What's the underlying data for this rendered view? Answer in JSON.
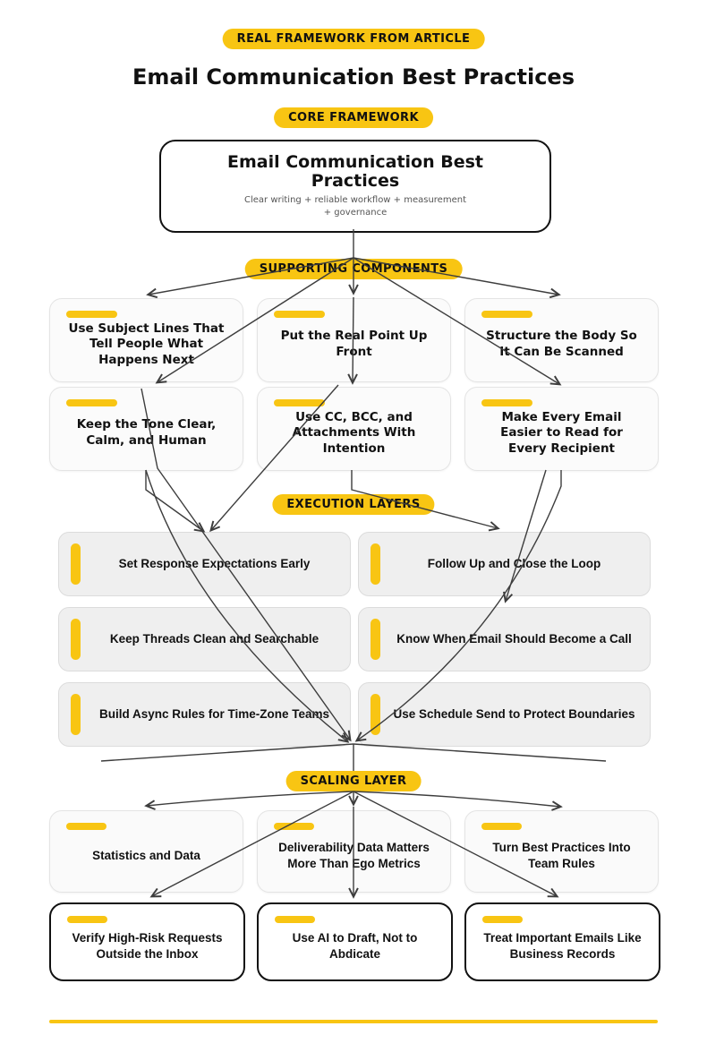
{
  "header": {
    "top_badge": "REAL FRAMEWORK FROM ARTICLE",
    "title": "Email Communication Best Practices",
    "core_badge": "CORE FRAMEWORK"
  },
  "core_box": {
    "title": "Email Communication Best Practices",
    "subtitle": "Clear writing + reliable workflow + measurement + governance"
  },
  "supporting": {
    "badge": "SUPPORTING COMPONENTS",
    "boxes": [
      "Use Subject Lines That Tell People What Happens Next",
      "Put the Real Point Up Front",
      "Structure the Body So It Can Be Scanned",
      "Keep the Tone Clear, Calm, and Human",
      "Use CC, BCC, and Attachments With Intention",
      "Make Every Email Easier to Read for Every Recipient"
    ]
  },
  "execution": {
    "badge": "EXECUTION LAYERS",
    "boxes": [
      "Set Response Expectations Early",
      "Follow Up and Close the Loop",
      "Keep Threads Clean and Searchable",
      "Know When Email Should Become a Call",
      "Build Async Rules for Time-Zone Teams",
      "Use Schedule Send to Protect Boundaries"
    ]
  },
  "scaling": {
    "badge": "SCALING LAYER",
    "primary_boxes": [
      "Statistics and Data",
      "Deliverability Data Matters More Than Ego Metrics",
      "Turn Best Practices Into Team Rules"
    ],
    "governance_boxes": [
      "Verify High-Risk Requests Outside the Inbox",
      "Use AI to Draft, Not to Abdicate",
      "Treat Important Emails Like Business Records"
    ]
  },
  "colors": {
    "accent_yellow": "#F8C513",
    "connector_gray": "#3d3d3d"
  }
}
